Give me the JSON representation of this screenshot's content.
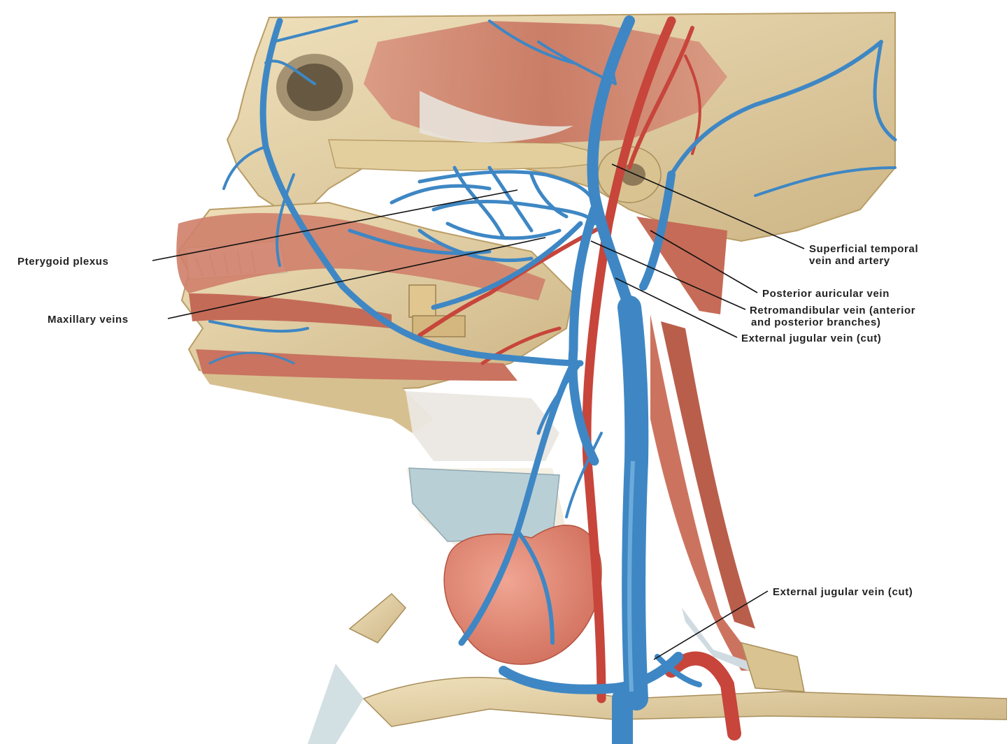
{
  "labels": {
    "pterygoid_plexus": "Pterygoid plexus",
    "maxillary_veins": "Maxillary veins",
    "superficial_temporal": {
      "line1": "Superficial temporal",
      "line2": "vein and artery"
    },
    "posterior_auricular": "Posterior auricular vein",
    "retromandibular": {
      "line1": "Retromandibular vein (anterior",
      "line2": "and posterior branches)"
    },
    "external_jugular_top": "External jugular vein (cut)",
    "external_jugular_bottom": "External jugular vein (cut)"
  },
  "colors": {
    "vein": "#3e87c4",
    "vein_dark": "#2a6fa8",
    "artery": "#c7453b",
    "muscle": "#c97a68",
    "muscle_dark": "#a9533f",
    "bone": "#e6d3a8",
    "bone_shadow": "#c9b27f",
    "gland": "#e08a76",
    "cartilage": "#b9cfd6",
    "tendon": "#e9e6e3",
    "leader_line": "#111111"
  }
}
